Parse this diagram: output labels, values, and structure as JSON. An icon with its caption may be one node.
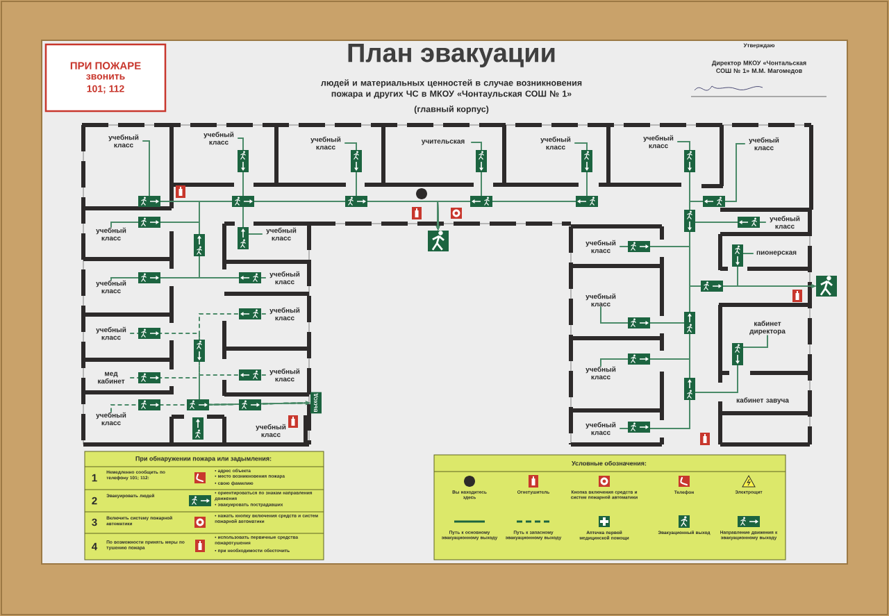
{
  "diagram": {
    "title": "План эвакуации",
    "nodes": [
      {
        "text": [
          "ПРИ ПОЖАРЕ",
          "звонить 101; 112"
        ]
      },
      {
        "text": [
          "учебный класс"
        ]
      },
      {
        "text": [
          "учебный класс"
        ]
      },
      {
        "text": [
          "учебный класс"
        ]
      },
      {
        "text": [
          "учительская"
        ]
      },
      {
        "text": [
          "учебный класс"
        ]
      },
      {
        "text": [
          "учебный класс"
        ]
      },
      {
        "text": [
          "учебный класс"
        ]
      },
      {
        "text": [
          "учебный класс"
        ]
      },
      {
        "text": [
          "учебный класс"
        ]
      },
      {
        "text": [
          "учебный класс"
        ]
      },
      {
        "text": [
          "учебный класс"
        ]
      },
      {
        "text": [
          "пионерская"
        ]
      },
      {
        "text": [
          "учебный класс"
        ]
      },
      {
        "text": [
          "учебный класс"
        ]
      },
      {
        "text": [
          "учебный класс"
        ]
      },
      {
        "text": [
          "учебный класс"
        ]
      },
      {
        "text": [
          "учебный класс"
        ]
      },
      {
        "text": [
          "кабинет директора"
        ]
      },
      {
        "text": [
          "учебный класс"
        ]
      },
      {
        "text": [
          "учебный класс"
        ]
      },
      {
        "text": [
          "мед кабинет"
        ]
      },
      {
        "text": [
          "кабинет завуча"
        ]
      },
      {
        "text": [
          "учебный класс"
        ]
      },
      {
        "text": [
          "учебный класс"
        ]
      },
      {
        "text": [
          "учебный класс"
        ]
      },
      {
        "text": [],
        "shape": "picture"
      },
      {
        "text": [],
        "shape": "picture"
      },
      {
        "text": [
          "ВЫХОД"
        ]
      }
    ],
    "edges": [
      {
        "from": 1,
        "to": 26,
        "arrow": "to"
      },
      {
        "from": 8,
        "to": 26,
        "arrow": "to"
      },
      {
        "from": 13,
        "to": 26,
        "arrow": "to"
      },
      {
        "from": 2,
        "to": 26,
        "arrow": "to"
      },
      {
        "from": 9,
        "to": 26,
        "arrow": "to"
      },
      {
        "from": 14,
        "to": 26,
        "arrow": "to"
      },
      {
        "from": 3,
        "to": 26,
        "arrow": "to"
      },
      {
        "from": 4,
        "to": 26,
        "arrow": "to"
      },
      {
        "from": 5,
        "to": 26,
        "arrow": "to"
      },
      {
        "from": 6,
        "to": 27,
        "arrow": "to"
      },
      {
        "from": 7,
        "to": 27,
        "arrow": "to"
      },
      {
        "from": 10,
        "to": 27,
        "arrow": "to"
      },
      {
        "from": 11,
        "to": 27,
        "arrow": "to"
      },
      {
        "from": 12,
        "to": 27,
        "arrow": "to"
      },
      {
        "from": 15,
        "to": 27,
        "arrow": "to"
      },
      {
        "from": 19,
        "to": 27,
        "arrow": "to"
      },
      {
        "from": 18,
        "to": 27,
        "arrow": "to"
      },
      {
        "from": 25,
        "to": 27,
        "arrow": "to"
      },
      {
        "from": 16,
        "to": 28,
        "arrow": "to",
        "style": "dashed"
      },
      {
        "from": 17,
        "to": 28,
        "arrow": "to",
        "style": "dashed"
      },
      {
        "from": 20,
        "to": 28,
        "arrow": "to",
        "style": "dashed"
      },
      {
        "from": 21,
        "to": 28,
        "arrow": "to",
        "style": "dashed"
      },
      {
        "from": 23,
        "to": 28,
        "arrow": "to",
        "style": "dashed"
      }
    ],
    "labels": [
      "людей и материальных ценностей в случае возникновения пожара и других ЧС в МКОУ «Чонтаульская СОШ № 1»",
      "(главный корпус)",
      "Утверждаю",
      "Директор МКОУ «Чонтальская СОШ № 1» М.М. Магомедов",
      "При обнаружении пожара или задымления:",
      "1",
      "Немедленно сообщить по телефону 101; 112:",
      "• адрес объекта",
      "• место возникновения пожара",
      "• свою фамилию",
      "2",
      "Эвакуировать людей",
      "• ориентироваться по знакам направления движения",
      "• эвакуировать пострадавших",
      "3",
      "Включить систему пожарной автоматики",
      "• нажать кнопку включения средств и систем пожарной автоматики",
      "4",
      "По возможности принять меры по тушению пожара",
      "• использовать первичные средства пожаротушения",
      "• при необходимости обесточить",
      "Условные обозначения:"
    ],
    "legend": [
      {
        "text": "Вы находитесь здесь"
      },
      {
        "text": "Огнетушитель"
      },
      {
        "text": "Кнопка включения средств и систем пожарной автоматики"
      },
      {
        "text": "Телефон"
      },
      {
        "text": "Электрощит"
      },
      {
        "text": "Путь к основному эвакуационному выходу"
      },
      {
        "text": "Путь к запасному эвакуационному выходу"
      },
      {
        "text": "Аптечка первой медицинской помощи"
      },
      {
        "text": "Эвакуационный выход"
      },
      {
        "text": "Направление движения к эвакуационному выходу"
      }
    ]
  }
}
